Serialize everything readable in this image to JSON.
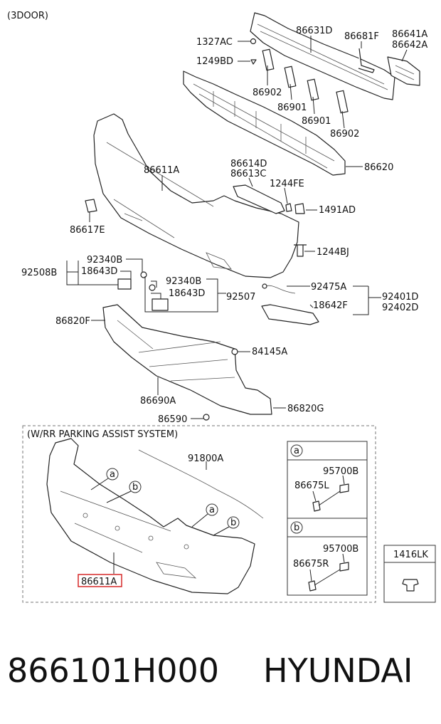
{
  "header": {
    "variant": "(3DOOR)"
  },
  "sections": {
    "parking_assist": "(W/RR PARKING ASSIST SYSTEM)"
  },
  "labels": {
    "p1327AC": "1327AC",
    "p1249BD": "1249BD",
    "p86631D": "86631D",
    "p86681F": "86681F",
    "p86641A": "86641A",
    "p86642A": "86642A",
    "p86902a": "86902",
    "p86901a": "86901",
    "p86901b": "86901",
    "p86902b": "86902",
    "p86620": "86620",
    "p86611A": "86611A",
    "p86614D": "86614D",
    "p86613C": "86613C",
    "p1244FE": "1244FE",
    "p1491AD": "1491AD",
    "p86617E": "86617E",
    "p1244BJ": "1244BJ",
    "p92340B_a": "92340B",
    "p18643D_a": "18643D",
    "p92508B": "92508B",
    "p92340B_b": "92340B",
    "p18643D_b": "18643D",
    "p92507": "92507",
    "p92475A": "92475A",
    "p92401D": "92401D",
    "p92402D": "92402D",
    "p18642F": "18642F",
    "p86820F": "86820F",
    "p84145A": "84145A",
    "p86690A": "86690A",
    "p86820G": "86820G",
    "p86590": "86590",
    "p91800A": "91800A",
    "p86611A_b": "86611A",
    "p95700B_a": "95700B",
    "p86675L": "86675L",
    "p95700B_b": "95700B",
    "p86675R": "86675R",
    "p1416LK": "1416LK"
  },
  "callouts": {
    "a": "a",
    "b": "b"
  },
  "highlight_color": "#d62828",
  "footer": {
    "part_number": "866101H000",
    "brand": "HYUNDAI"
  }
}
